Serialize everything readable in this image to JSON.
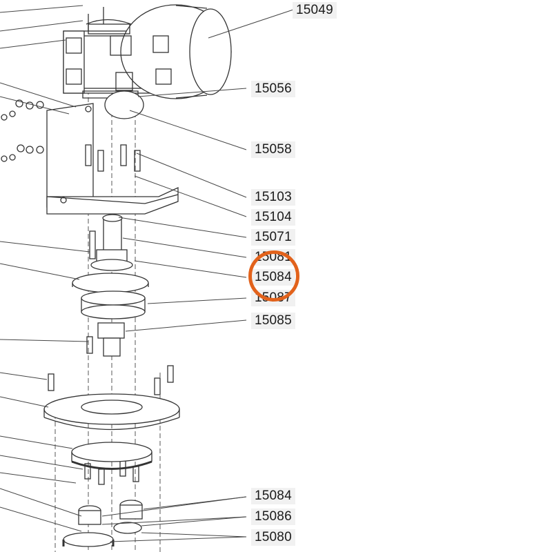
{
  "diagram": {
    "part_labels": [
      {
        "id": "p15049",
        "number": "15049"
      },
      {
        "id": "p15056",
        "number": "15056"
      },
      {
        "id": "p15058",
        "number": "15058"
      },
      {
        "id": "p15103",
        "number": "15103"
      },
      {
        "id": "p15104",
        "number": "15104"
      },
      {
        "id": "p15071",
        "number": "15071"
      },
      {
        "id": "p15081",
        "number": "15081"
      },
      {
        "id": "p15084a",
        "number": "15084"
      },
      {
        "id": "p15087",
        "number": "15087"
      },
      {
        "id": "p15085",
        "number": "15085"
      },
      {
        "id": "p15084b",
        "number": "15084"
      },
      {
        "id": "p15086",
        "number": "15086"
      },
      {
        "id": "p15080",
        "number": "15080"
      }
    ],
    "highlighted_part": "15084",
    "colors": {
      "highlight": "#e2621b",
      "label_bg": "#f1f1f1",
      "line": "#333333"
    }
  }
}
